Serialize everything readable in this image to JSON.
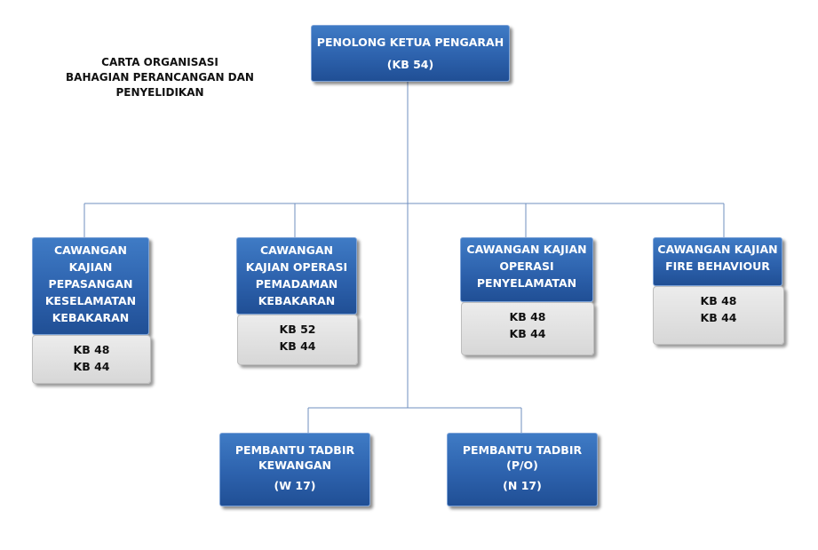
{
  "title": {
    "line1": "CARTA ORGANISASI",
    "line2": "BAHAGIAN PERANCANGAN DAN",
    "line3": "PENYELIDIKAN"
  },
  "top": {
    "name": "PENOLONG KETUA PENGARAH",
    "code": "(KB 54)"
  },
  "branches": [
    {
      "lines": [
        "CAWANGAN",
        "KAJIAN",
        "PEPASANGAN",
        "KESELAMATAN",
        "KEBAKARAN"
      ],
      "grades": [
        "KB 48",
        "KB 44"
      ]
    },
    {
      "lines": [
        "CAWANGAN",
        "KAJIAN OPERASI",
        "PEMADAMAN",
        "KEBAKARAN"
      ],
      "grades": [
        "KB 52",
        "KB 44"
      ]
    },
    {
      "lines": [
        "CAWANGAN KAJIAN",
        "OPERASI",
        "PENYELAMATAN"
      ],
      "grades": [
        "KB 48",
        "KB 44"
      ]
    },
    {
      "lines": [
        "CAWANGAN KAJIAN",
        "FIRE BEHAVIOUR"
      ],
      "grades": [
        "KB 48",
        "KB 44"
      ]
    }
  ],
  "assistants": [
    {
      "lines": [
        "PEMBANTU TADBIR",
        "KEWANGAN"
      ],
      "code": "(W 17)"
    },
    {
      "lines": [
        "PEMBANTU TADBIR",
        "(P/O)"
      ],
      "code": "(N 17)"
    }
  ],
  "colors": {
    "box_blue": "#2d62ad",
    "box_grey": "#dcdcdc",
    "connector": "#6f8fbf"
  }
}
